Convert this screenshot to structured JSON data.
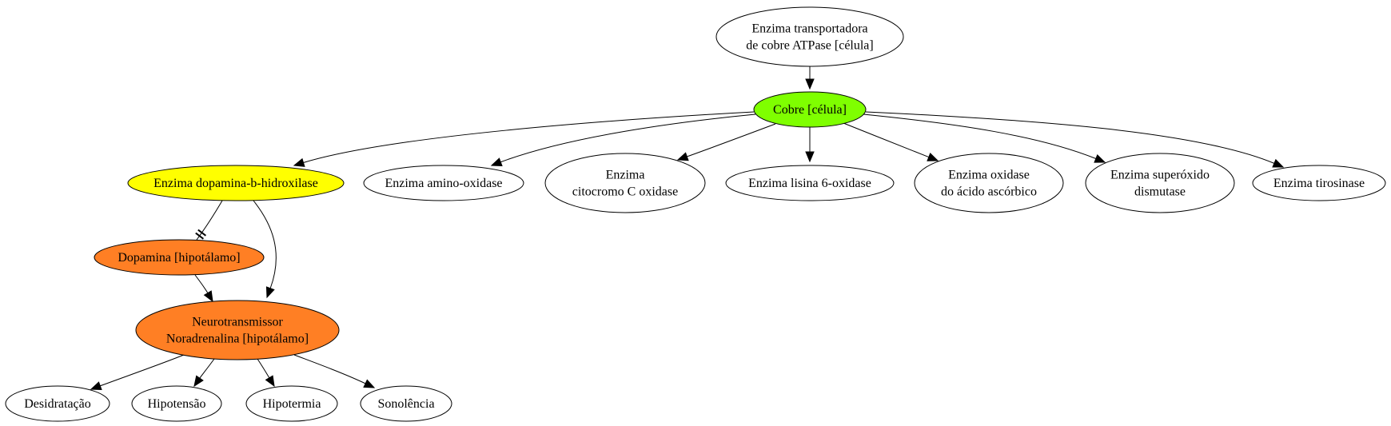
{
  "diagram": {
    "colors": {
      "default_fill": "#ffffff",
      "copper": "#7fff00",
      "enzyme_dbh": "#ffff00",
      "neurotransmitter": "#ff7f24",
      "stroke": "#000000"
    },
    "nodes": {
      "atpase": {
        "lines": [
          "Enzima transportadora",
          "de cobre ATPase [célula]"
        ],
        "fill": "default_fill"
      },
      "cobre": {
        "lines": [
          "Cobre [célula]"
        ],
        "fill": "copper"
      },
      "dbh": {
        "lines": [
          "Enzima dopamina-b-hidroxilase"
        ],
        "fill": "enzyme_dbh"
      },
      "amino": {
        "lines": [
          "Enzima amino-oxidase"
        ],
        "fill": "default_fill"
      },
      "citocromo": {
        "lines": [
          "Enzima",
          "citocromo C oxidase"
        ],
        "fill": "default_fill"
      },
      "lisina": {
        "lines": [
          "Enzima lisina 6-oxidase"
        ],
        "fill": "default_fill"
      },
      "ascorbico": {
        "lines": [
          "Enzima oxidase",
          "do ácido ascórbico"
        ],
        "fill": "default_fill"
      },
      "superoxido": {
        "lines": [
          "Enzima superóxido",
          "dismutase"
        ],
        "fill": "default_fill"
      },
      "tirosinase": {
        "lines": [
          "Enzima tirosinase"
        ],
        "fill": "default_fill"
      },
      "dopamina": {
        "lines": [
          "Dopamina [hipotálamo]"
        ],
        "fill": "neurotransmitter"
      },
      "noradrenalina": {
        "lines": [
          "Neurotransmissor",
          "Noradrenalina [hipotálamo]"
        ],
        "fill": "neurotransmitter"
      },
      "desidratacao": {
        "lines": [
          "Desidratação"
        ],
        "fill": "default_fill"
      },
      "hipotensao": {
        "lines": [
          "Hipotensão"
        ],
        "fill": "default_fill"
      },
      "hipotermia": {
        "lines": [
          "Hipotermia"
        ],
        "fill": "default_fill"
      },
      "sonolencia": {
        "lines": [
          "Sonolência"
        ],
        "fill": "default_fill"
      }
    },
    "edges": [
      {
        "from": "atpase",
        "to": "cobre",
        "style": "normal"
      },
      {
        "from": "cobre",
        "to": "dbh",
        "style": "normal"
      },
      {
        "from": "cobre",
        "to": "amino",
        "style": "normal"
      },
      {
        "from": "cobre",
        "to": "citocromo",
        "style": "normal"
      },
      {
        "from": "cobre",
        "to": "lisina",
        "style": "normal"
      },
      {
        "from": "cobre",
        "to": "ascorbico",
        "style": "normal"
      },
      {
        "from": "cobre",
        "to": "superoxido",
        "style": "normal"
      },
      {
        "from": "cobre",
        "to": "tirosinase",
        "style": "normal"
      },
      {
        "from": "dbh",
        "to": "dopamina",
        "style": "tee"
      },
      {
        "from": "dbh",
        "to": "noradrenalina",
        "style": "normal"
      },
      {
        "from": "dopamina",
        "to": "noradrenalina",
        "style": "normal"
      },
      {
        "from": "noradrenalina",
        "to": "desidratacao",
        "style": "normal"
      },
      {
        "from": "noradrenalina",
        "to": "hipotensao",
        "style": "normal"
      },
      {
        "from": "noradrenalina",
        "to": "hipotermia",
        "style": "normal"
      },
      {
        "from": "noradrenalina",
        "to": "sonolencia",
        "style": "normal"
      }
    ]
  }
}
